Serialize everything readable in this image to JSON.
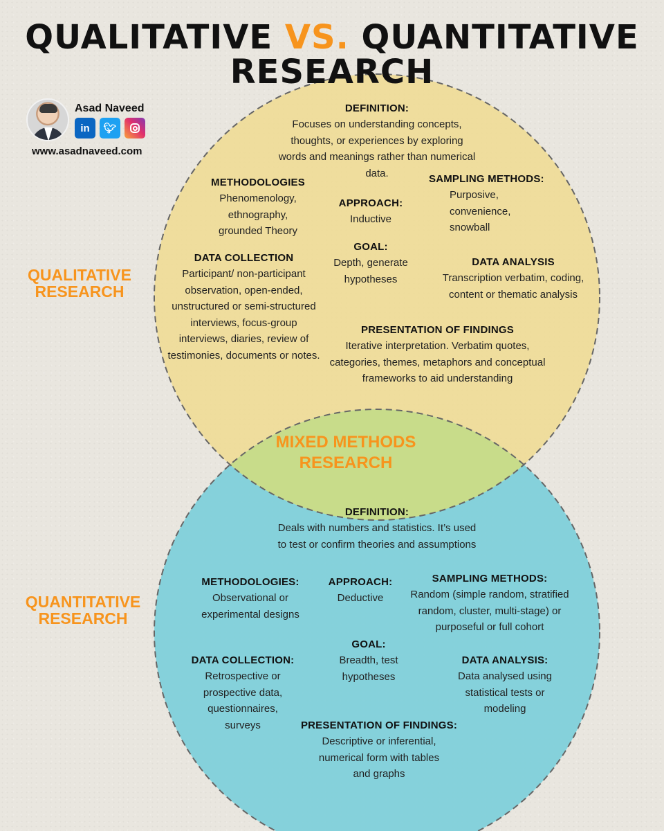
{
  "title": {
    "line1_a": "QUALITATIVE ",
    "line1_vs": "VS.",
    "line1_b": " QUANTITATIVE",
    "line2": "RESEARCH"
  },
  "author": {
    "name": "Asad Naveed",
    "website": "www.asadnaveed.com",
    "social": [
      "in",
      "twitter-icon",
      "instagram-icon"
    ]
  },
  "labels": {
    "qualitative": "QUALITATIVE RESEARCH",
    "quantitative": "QUANTITATIVE RESEARCH",
    "mixed": "MIXED METHODS RESEARCH"
  },
  "colors": {
    "qualitative_fill": "#f0dc96",
    "quantitative_fill": "#7fd0da",
    "overlap_fill": "#c8dc8a",
    "accent": "#f7941d"
  },
  "qualitative": {
    "definition": {
      "heading": "DEFINITION:",
      "text": "Focuses on understanding concepts, thoughts, or experiences by exploring words and meanings rather than numerical data."
    },
    "methodologies": {
      "heading": "METHODOLOGIES",
      "text": "Phenomenology, ethnography, grounded Theory"
    },
    "approach": {
      "heading": "APPROACH:",
      "text": "Inductive"
    },
    "sampling": {
      "heading": "SAMPLING METHODS:",
      "text": "Purposive, convenience, snowball"
    },
    "goal": {
      "heading": "GOAL:",
      "text": "Depth, generate hypotheses"
    },
    "data_collection": {
      "heading": "DATA COLLECTION",
      "text": "Participant/ non-participant observation, open-ended, unstructured or semi-structured interviews, focus-group interviews, diaries, review of testimonies, documents or notes."
    },
    "data_analysis": {
      "heading": "DATA ANALYSIS",
      "text": "Transcription verbatim, coding, content or thematic analysis"
    },
    "findings": {
      "heading": "PRESENTATION OF FINDINGS",
      "text": "Iterative interpretation. Verbatim quotes, categories, themes, metaphors and conceptual frameworks to aid understanding"
    }
  },
  "quantitative": {
    "definition": {
      "heading": "DEFINITION:",
      "text": "Deals with numbers and statistics. It’s used to test or confirm theories and assumptions"
    },
    "methodologies": {
      "heading": "METHODOLOGIES:",
      "text": "Observational or experimental designs"
    },
    "approach": {
      "heading": "APPROACH:",
      "text": "Deductive"
    },
    "sampling": {
      "heading": "SAMPLING METHODS:",
      "text": "Random (simple random, stratified random, cluster, multi-stage) or purposeful or full cohort"
    },
    "goal": {
      "heading": "GOAL:",
      "text": "Breadth, test hypotheses"
    },
    "data_collection": {
      "heading": "DATA COLLECTION:",
      "text": "Retrospective or prospective data, questionnaires, surveys"
    },
    "data_analysis": {
      "heading": "DATA ANALYSIS:",
      "text": "Data analysed using statistical tests or modeling"
    },
    "findings": {
      "heading": "PRESENTATION OF FINDINGS:",
      "text": "Descriptive or inferential, numerical form with tables and graphs"
    }
  }
}
